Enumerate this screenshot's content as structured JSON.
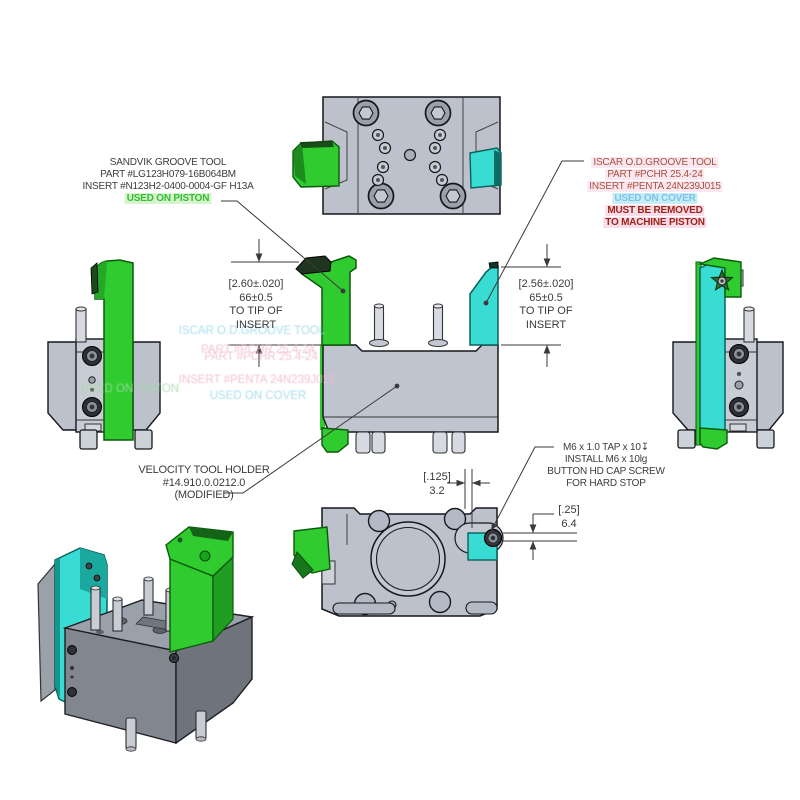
{
  "title": "Velocity tool holder assembly drawing",
  "annotations": {
    "sandvik": {
      "line1": "SANDVIK GROOVE TOOL",
      "line2": "PART #LG123H079-16B064BM",
      "line3": "INSERT #N123H2-0400-0004-GF H13A",
      "line4": "USED ON PISTON"
    },
    "iscar": {
      "line1": "ISCAR O.D.GROOVE TOOL",
      "line2": "PART #PCHR 25.4-24",
      "line3": "INSERT #PENTA 24N239J015",
      "line4": "USED ON COVER",
      "line5": "MUST BE REMOVED",
      "line6": "TO MACHINE PISTON"
    },
    "left_dim": {
      "line1": "[2.60±.020]",
      "line2": "66±0.5",
      "line3": "TO TIP OF",
      "line4": "INSERT"
    },
    "right_dim": {
      "line1": "[2.56±.020]",
      "line2": "65±0.5",
      "line3": "TO TIP OF",
      "line4": "INSERT"
    },
    "holder": {
      "line1": "VELOCITY TOOL HOLDER",
      "line2": "#14.910.0.0212.0",
      "line3": "(MODIFIED)"
    },
    "hardstop": {
      "line1": "M6 x 1.0 TAP x 10↧",
      "line2": "INSTALL M6 x 10lg",
      "line3": "BUTTON HD CAP SCREW",
      "line4": "FOR HARD STOP"
    },
    "dim_gap": {
      "inch": "[.125]",
      "mm": "3.2"
    },
    "dim_height": {
      "inch": "[.25]",
      "mm": "6.4"
    }
  },
  "colors": {
    "green_tool": "#2fcb2f",
    "cyan_tool": "#38dcd2",
    "green_text": "#2fbf2f",
    "red_text": "#a8503e",
    "dark_red_text": "#9c2414",
    "blue_text": "#7cc4e8",
    "body_gray": "#bcc1cc",
    "line": "#3a3a3a"
  }
}
